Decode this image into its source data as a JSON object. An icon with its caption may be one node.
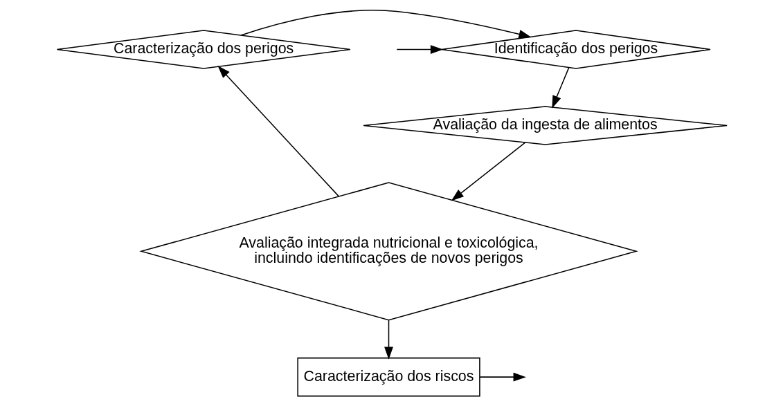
{
  "diagram": {
    "nodes": [
      {
        "text": [
          "Caracterização dos perigos"
        ]
      },
      {
        "text": [
          "Identificação dos perigos"
        ]
      },
      {
        "text": [
          "Avaliação da ingesta de alimentos"
        ]
      },
      {
        "text": [
          "Avaliação integrada nutricional e toxicológica, incluindo identificações de novos perigos"
        ]
      },
      {
        "text": [
          "Caracterização dos riscos"
        ]
      }
    ],
    "edges": [
      {
        "from": 0,
        "to": 1,
        "arrow": "to"
      },
      {
        "from": null,
        "to": 1,
        "arrow": "to"
      },
      {
        "from": 1,
        "to": 2,
        "arrow": "to"
      },
      {
        "from": 2,
        "to": 3,
        "arrow": "to"
      },
      {
        "from": 3,
        "to": 0,
        "arrow": "to"
      },
      {
        "from": 3,
        "to": 4,
        "arrow": "to"
      },
      {
        "from": 4,
        "to": null,
        "arrow": "to"
      }
    ]
  }
}
